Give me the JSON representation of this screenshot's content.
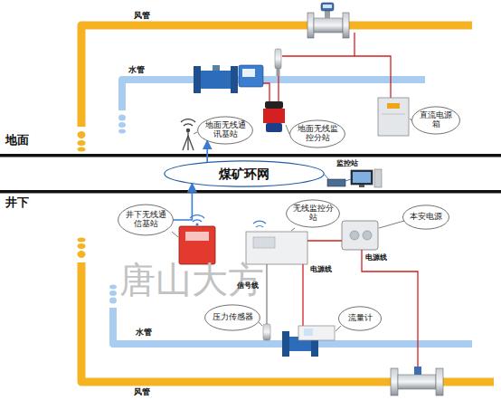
{
  "diagram": {
    "nodes": [
      {
        "text": [
          "地面无线通讯基站"
        ]
      },
      {
        "text": [
          "地面无线监控分站"
        ]
      },
      {
        "text": [
          "直流电源箱"
        ]
      },
      {
        "text": [
          "煤矿环网"
        ]
      },
      {
        "text": [
          "井下无线通信基站"
        ]
      },
      {
        "text": [
          "无线监控分站"
        ]
      },
      {
        "text": [
          "本安电源"
        ]
      },
      {
        "text": [
          "压力传感器"
        ]
      },
      {
        "text": [
          "流量计"
        ]
      }
    ],
    "edges": [
      {
        "from": 3,
        "to": 0,
        "arrow": "to"
      },
      {
        "from": 4,
        "to": 3,
        "arrow": "to"
      }
    ],
    "labels": [
      "风管",
      "水管",
      "地面",
      "井下",
      "监控站",
      "电源线",
      "电源线",
      "信号线",
      "水管",
      "风管",
      "唐山大方"
    ]
  }
}
